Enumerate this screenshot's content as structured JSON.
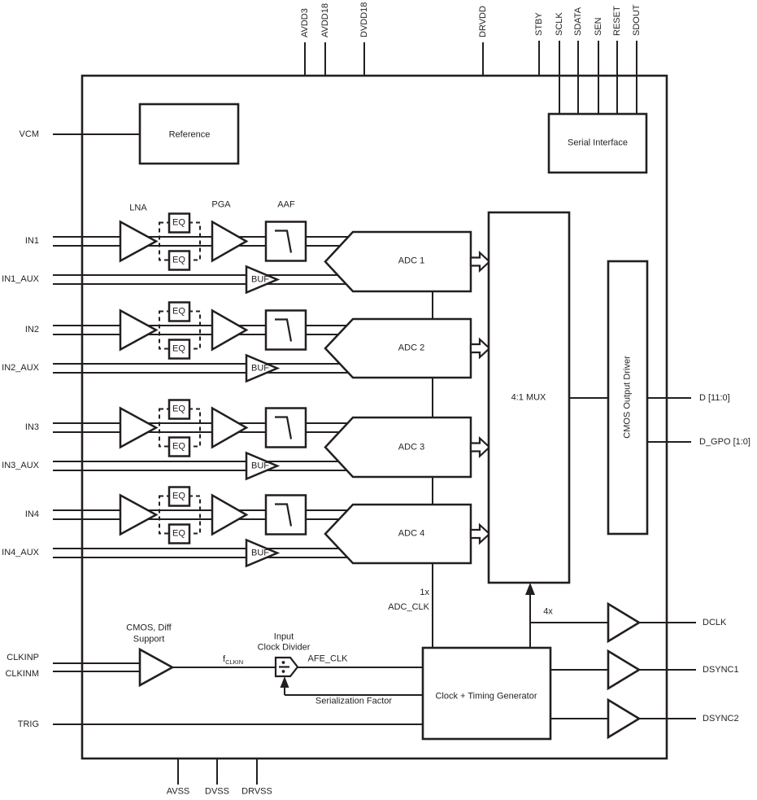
{
  "colors": {
    "line": "#231f20",
    "background": "#ffffff"
  },
  "pins": {
    "top": [
      "AVDD3",
      "AVDD18",
      "DVDD18",
      "DRVDD",
      "STBY",
      "SCLK",
      "SDATA",
      "SEN",
      "RESET",
      "SDOUT"
    ],
    "left": [
      "VCM",
      "IN1",
      "IN1_AUX",
      "IN2",
      "IN2_AUX",
      "IN3",
      "IN3_AUX",
      "IN4",
      "IN4_AUX",
      "CLKINP",
      "CLKINM",
      "TRIG"
    ],
    "right": [
      "D [11:0]",
      "D_GPO [1:0]",
      "DCLK",
      "DSYNC1",
      "DSYNC2"
    ],
    "bottom": [
      "AVSS",
      "DVSS",
      "DRVSS"
    ]
  },
  "blocks": {
    "reference": "Reference",
    "serial_interface": "Serial Interface",
    "adc": [
      "ADC 1",
      "ADC 2",
      "ADC 3",
      "ADC 4"
    ],
    "mux": "4:1 MUX",
    "cmos_driver": "CMOS Output Driver",
    "clock_gen": "Clock + Timing Generator"
  },
  "channel_labels": {
    "lna": "LNA",
    "pga": "PGA",
    "aaf": "AAF",
    "eq": "EQ",
    "buf": "BUF"
  },
  "clock": {
    "support_line1": "CMOS, Diff",
    "support_line2": "Support",
    "divider_line1": "Input",
    "divider_line2": "Clock Divider",
    "fclkin_base": "f",
    "fclkin_sub": "CLKIN",
    "afe_clk": "AFE_CLK",
    "serialization": "Serialization Factor",
    "adc_clk_rate": "1x",
    "adc_clk": "ADC_CLK",
    "dclk_rate": "4x"
  }
}
